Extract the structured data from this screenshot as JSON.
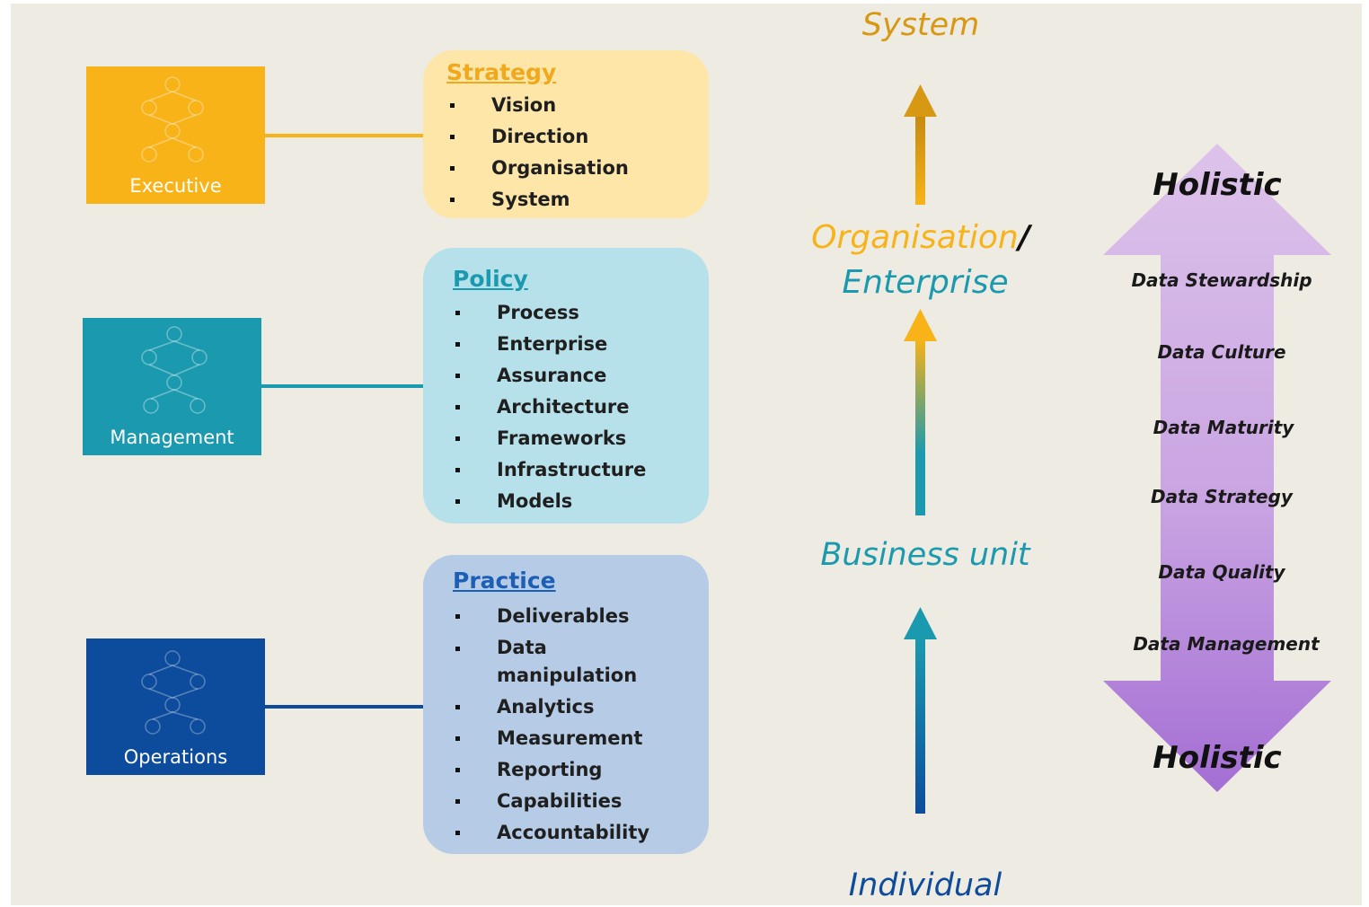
{
  "roles": [
    {
      "label": "Executive",
      "color": "#f7b318"
    },
    {
      "label": "Management",
      "color": "#1b9aaf"
    },
    {
      "label": "Operations",
      "color": "#0d4c9c"
    }
  ],
  "cards": [
    {
      "title": "Strategy",
      "title_color": "#f0a81c",
      "background": "#fde6a8",
      "items": [
        "Vision",
        "Direction",
        "Organisation",
        "System"
      ]
    },
    {
      "title": "Policy",
      "title_color": "#1b9aaf",
      "background": "#b7e1ea",
      "items": [
        "Process",
        "Enterprise",
        "Assurance",
        "Architecture",
        "Frameworks",
        "Infrastructure",
        "Models"
      ]
    },
    {
      "title": "Practice",
      "title_color": "#1c5fb5",
      "background": "#b5cbe6",
      "items": [
        "Deliverables",
        "Data manipulation",
        "Analytics",
        "Measurement",
        "Reporting",
        "Capabilities",
        "Accountability"
      ]
    }
  ],
  "levels": {
    "system": "System",
    "organisation": "Organisation",
    "slash": "/",
    "enterprise": "Enterprise",
    "business_unit": "Business unit",
    "individual": "Individual"
  },
  "holistic": {
    "top": "Holistic",
    "bottom": "Holistic",
    "items": [
      "Data Stewardship",
      "Data Culture",
      "Data Maturity",
      "Data Strategy",
      "Data Quality",
      "Data Management"
    ]
  },
  "colors": {
    "orange": "#f0a81c",
    "teal": "#1b9aaf",
    "navy": "#0d4c9c",
    "purple_light": "#dcc0ea",
    "purple_dark": "#a874d6",
    "background": "#eeebe2"
  }
}
